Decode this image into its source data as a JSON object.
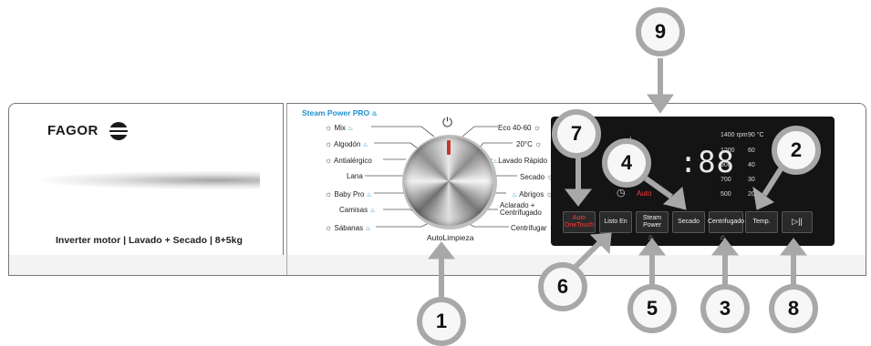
{
  "brand": {
    "name": "FAGOR",
    "model_line": "Inverter motor | Lavado + Secado | 8+5kg"
  },
  "steam_title": "Steam Power PRO",
  "programs_left": [
    "Mix",
    "Algodón",
    "Antialérgico",
    "Lana",
    "Baby Pro",
    "Camisas",
    "Sábanas"
  ],
  "programs_right": [
    "Eco 40-60",
    "20°C",
    "Lavado Rápido",
    "Secado",
    "Abrigos",
    "Aclarado + Centrifugado",
    "Centrifugar"
  ],
  "dial": {
    "bottom_label": "AutoLimpieza",
    "power_symbol": "⏻"
  },
  "display": {
    "digits": ":88",
    "auto_text": "Auto",
    "rpm_values": [
      "1400 rpm",
      "1200",
      "900",
      "700",
      "500"
    ],
    "temp_values": [
      "90 °C",
      "60",
      "40",
      "30",
      "20"
    ]
  },
  "buttons": {
    "auto_onetouch": "Auto OneTouch",
    "listo_en": "Listo En",
    "steam_power": "Steam Power",
    "secado": "Secado",
    "centrifugado": "Centrifugado",
    "temp": "Temp.",
    "start_pause": "▷||"
  },
  "callouts": [
    "1",
    "2",
    "3",
    "4",
    "5",
    "6",
    "7",
    "8",
    "9"
  ],
  "colors": {
    "accent_blue": "#1f8fd0",
    "lcd_bg": "#141414",
    "auto_red": "#ff3b3b",
    "callout_gray": "#a8a8a8"
  }
}
